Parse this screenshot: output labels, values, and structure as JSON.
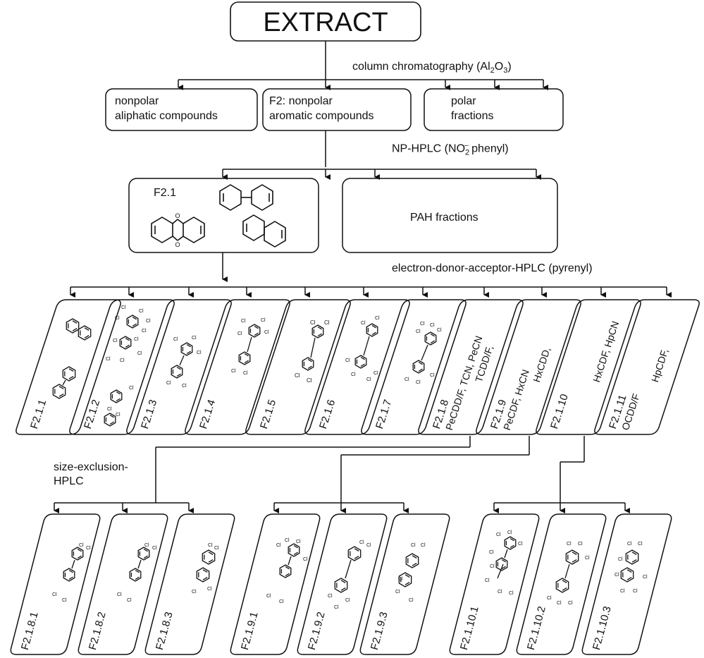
{
  "top": {
    "title": "EXTRACT"
  },
  "steps": {
    "column": "column chromatography (Al",
    "column_sub": "2",
    "column_o": "O",
    "column_sub2": "3",
    "column_end": ")",
    "np_hplc": "NP-HPLC (NO",
    "np_sub": "2",
    "np_sup": "–",
    "np_end": " phenyl)",
    "eda": "electron-donor-acceptor-HPLC (pyrenyl)",
    "sec_line1": "size-exclusion-",
    "sec_line2": "HPLC"
  },
  "level1": {
    "nonpolar_line1": "nonpolar",
    "nonpolar_line2": "aliphatic compounds",
    "f2_line1": "F2: nonpolar",
    "f2_line2": "aromatic compounds",
    "polar_line1": "polar",
    "polar_line2": "fractions"
  },
  "level2": {
    "f21": "F2.1",
    "pah": "PAH fractions"
  },
  "fractions": [
    {
      "label": "F2.1.1"
    },
    {
      "label": "F2.1.2"
    },
    {
      "label": "F2.1.3"
    },
    {
      "label": "F2.1.4"
    },
    {
      "label": "F2.1.5"
    },
    {
      "label": "F2.1.6"
    },
    {
      "label": "F2.1.7"
    },
    {
      "label": "F2.1.8",
      "line1": "TCDD/F,",
      "line2": "PeCDD/F, TCN, PeCN"
    },
    {
      "label": "F2.1.9",
      "line1": "HxCDD,",
      "line2": "PeCDF, HxCN"
    },
    {
      "label": "F2.1.10",
      "line1": "HxCDF, HpCN",
      "line2": ""
    },
    {
      "label": "F2.1.11",
      "line1": "HpCDF,",
      "line2": "OCDD/F"
    }
  ],
  "subfractions": [
    {
      "label": "F2.1.8.1"
    },
    {
      "label": "F2.1.8.2"
    },
    {
      "label": "F2.1.8.3"
    },
    {
      "label": "F2.1.9.1"
    },
    {
      "label": "F2.1.9.2"
    },
    {
      "label": "F2.1.9.3"
    },
    {
      "label": "F2.1.10.1"
    },
    {
      "label": "F2.1.10.2"
    },
    {
      "label": "F2.1.10.3"
    }
  ],
  "chem": {
    "cl": "Cl",
    "o": "O"
  }
}
